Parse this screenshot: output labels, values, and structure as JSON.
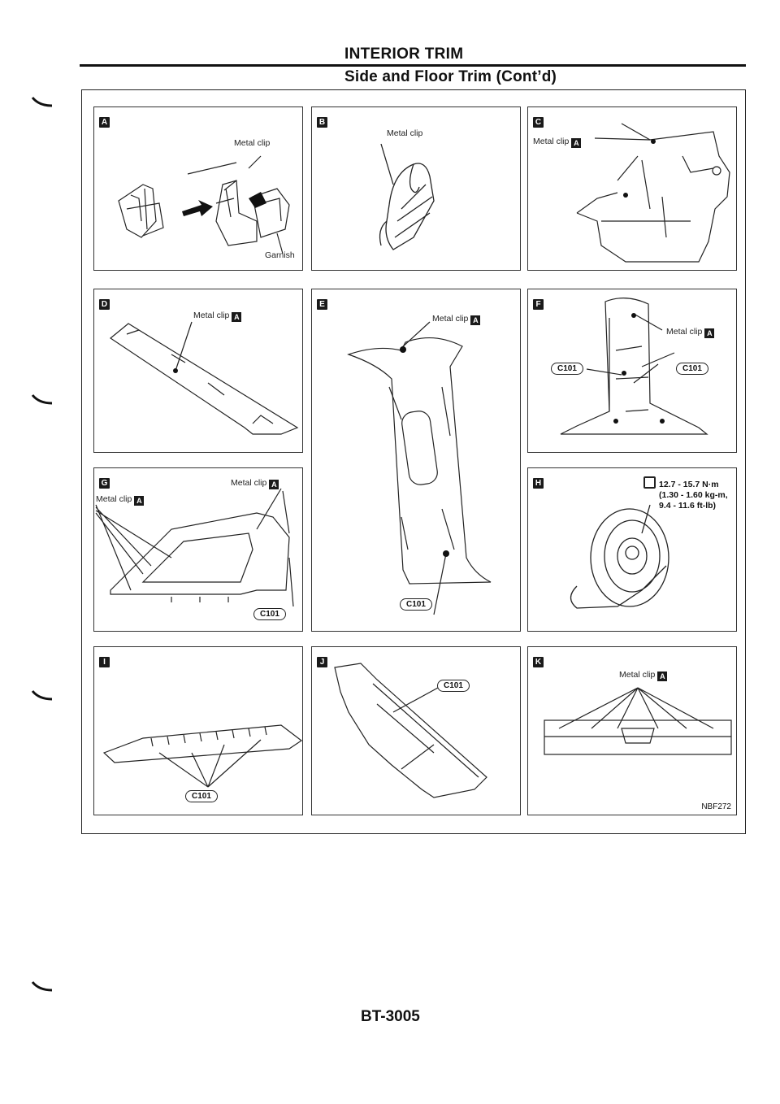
{
  "header": {
    "title": "INTERIOR TRIM",
    "subtitle": "Side and Floor Trim (Cont’d)"
  },
  "panels": {
    "A": {
      "badge": "A",
      "metal_clip": "Metal clip",
      "garnish": "Garnish"
    },
    "B": {
      "badge": "B",
      "metal_clip": "Metal clip"
    },
    "C": {
      "badge": "C",
      "metal_clip": "Metal clip",
      "ref": "A"
    },
    "D": {
      "badge": "D",
      "metal_clip": "Metal clip",
      "ref": "A"
    },
    "E": {
      "badge": "E",
      "metal_clip": "Metal clip",
      "ref": "A",
      "connector": "C101"
    },
    "F": {
      "badge": "F",
      "metal_clip": "Metal clip",
      "ref": "A",
      "connector_left": "C101",
      "connector_right": "C101"
    },
    "G": {
      "badge": "G",
      "metal_clip_left": "Metal clip",
      "metal_clip_right": "Metal clip",
      "ref": "A",
      "connector": "C101"
    },
    "H": {
      "badge": "H",
      "torque_line1": "12.7 - 15.7 N·m",
      "torque_line2": "(1.30 - 1.60 kg-m,",
      "torque_line3": "9.4 - 11.6 ft-lb)"
    },
    "I": {
      "badge": "I",
      "connector": "C101"
    },
    "J": {
      "badge": "J",
      "connector": "C101"
    },
    "K": {
      "badge": "K",
      "metal_clip": "Metal clip",
      "ref": "A"
    }
  },
  "figure_id": "NBF272",
  "page_number": "BT-3005",
  "colors": {
    "ink": "#111111",
    "paper": "#ffffff"
  }
}
